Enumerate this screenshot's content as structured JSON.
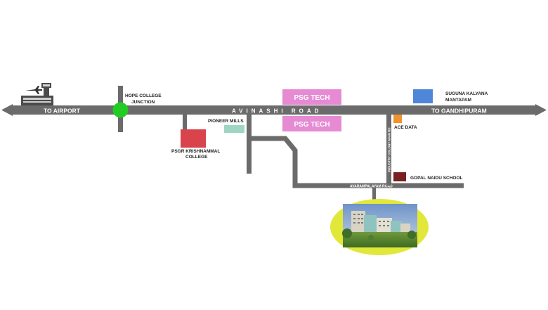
{
  "main_road": {
    "name": "AVINASHI   ROAD",
    "left_label": "TO AIRPORT",
    "right_label": "TO GANDHIPURAM"
  },
  "side_roads": {
    "avarampalayam": "AVARAMPALAYAM ROAD",
    "industry_colony": "INDUSTRY COLONY MAIN RD"
  },
  "landmarks": {
    "hope_college": "HOPE COLLEGE JUNCTION",
    "psgr_krishnammal": "PSGR KRISHNAMMAL COLLEGE",
    "pioneer_mills": "PIONEER MILLS",
    "psg_tech_1": "PSG TECH",
    "psg_tech_2": "PSG TECH",
    "suguna": "SUGUNA KALYANA MANTAPAM",
    "ace_data": "ACE DATA",
    "gopal_naidu": "GOPAL NAIDU SCHOOL"
  },
  "icons": {
    "airport": "airport-icon",
    "junction": "junction-marker-icon",
    "project": "project-building-icon"
  },
  "colors": {
    "road": "#6b6b6b",
    "junction": "#22cc22",
    "psg_box": "#e58ad3",
    "suguna_box": "#4f86d9",
    "psgr_box": "#d9434b",
    "pioneer_box": "#9ed6c3",
    "ace_box": "#f0922e",
    "gopal_box": "#7a1f22",
    "highlight": "#e2e83a"
  }
}
